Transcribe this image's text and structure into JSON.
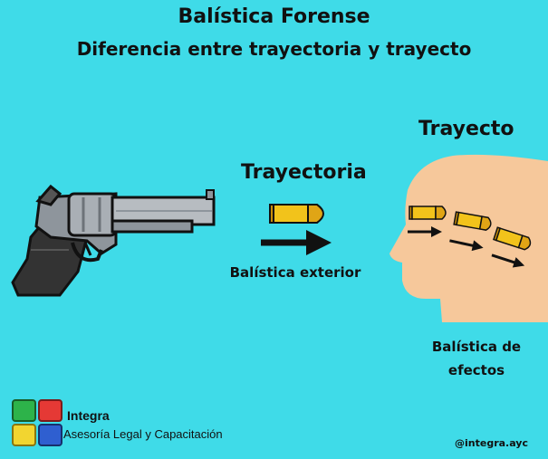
{
  "header": {
    "title": "Balística Forense",
    "subtitle": "Diferencia entre trayectoria y trayecto"
  },
  "trajectory": {
    "heading": "Trayectoria",
    "caption": "Balística exterior"
  },
  "path": {
    "heading": "Trayecto",
    "caption_line1": "Balística de",
    "caption_line2": "efectos"
  },
  "brand": {
    "name": "Integra",
    "tagline": "Asesoría Legal y Capacitación",
    "handle": "@integra.ayc",
    "logo_colors": [
      "#2db34a",
      "#e53935",
      "#f2d530",
      "#2f5fd0"
    ]
  },
  "colors": {
    "background": "#3fdbe8",
    "bullet": "#f2c31b",
    "bullet_tip": "#c98d0a",
    "skin": "#f6c89b"
  },
  "icons": [
    "revolver-icon",
    "bullet-icon",
    "right-arrow-icon",
    "head-silhouette-icon"
  ]
}
